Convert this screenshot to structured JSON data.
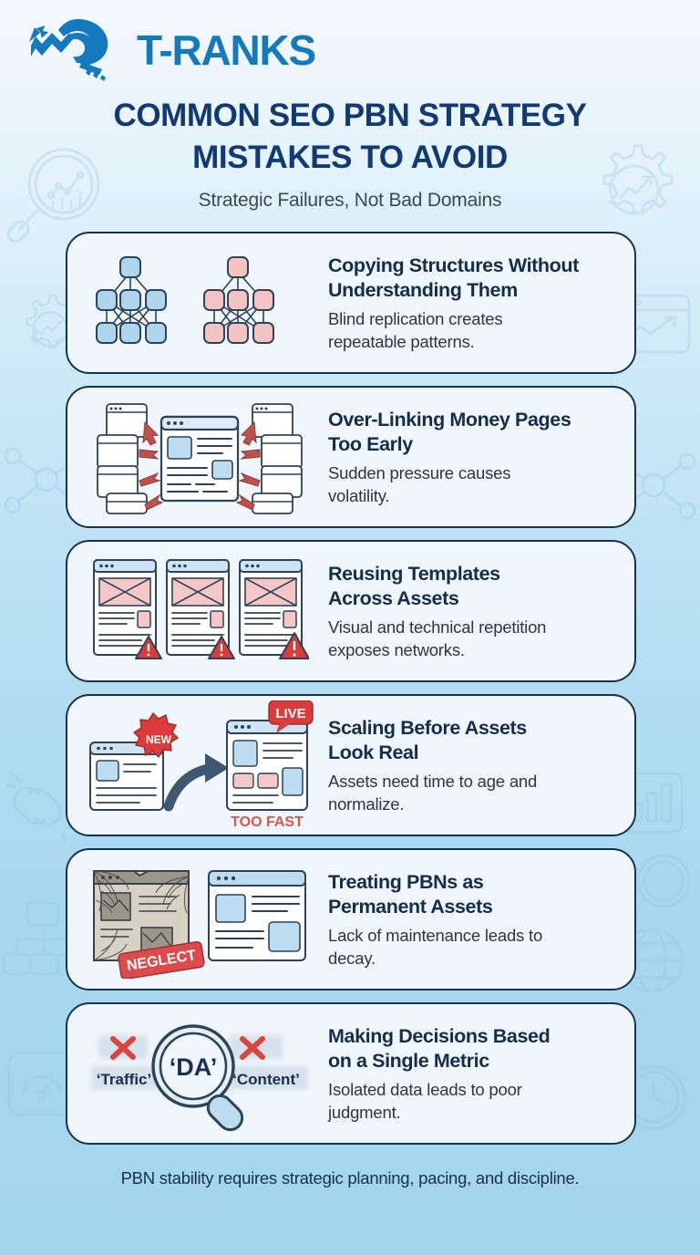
{
  "brand": {
    "logo_icon": "trex-head-trendline-icon",
    "name": "T-RANKS",
    "color": "#1579BE"
  },
  "header": {
    "title_line1": "COMMON SEO PBN STRATEGY",
    "title_line2": "MISTAKES TO AVOID",
    "subtitle": "Strategic Failures, Not Bad Domains",
    "title_color": "#123A72"
  },
  "cards": [
    {
      "icon": "duplicate-network-graph-icon",
      "title_line1": "Copying Structures Without",
      "title_line2": "Understanding Them",
      "desc_line1": "Blind replication creates",
      "desc_line2": "repeatable patterns."
    },
    {
      "icon": "inbound-links-to-money-page-icon",
      "title_line1": "Over-Linking Money Pages",
      "title_line2": "Too Early",
      "desc_line1": "Sudden pressure causes",
      "desc_line2": "volatility."
    },
    {
      "icon": "identical-templates-warning-icon",
      "title_line1": "Reusing Templates",
      "title_line2": "Across Assets",
      "desc_line1": "Visual and technical repetition",
      "desc_line2": "exposes networks."
    },
    {
      "icon": "rapid-scaling-arrow-icon",
      "title_line1": "Scaling Before Assets",
      "title_line2": "Look Real",
      "desc_line1": "Assets need time to age and",
      "desc_line2": "normalize.",
      "badge_new": "NEW",
      "badge_live": "LIVE",
      "caption": "TOO FAST"
    },
    {
      "icon": "decayed-website-cobweb-icon",
      "title_line1": "Treating PBNs as",
      "title_line2": "Permanent Assets",
      "desc_line1": "Lack of maintenance leads to",
      "desc_line2": "decay.",
      "badge_neglect": "NEGLECT"
    },
    {
      "icon": "magnifier-single-metric-icon",
      "title_line1": "Making Decisions Based",
      "title_line2": "on a Single Metric",
      "desc_line1": "Isolated data leads to poor",
      "desc_line2": "judgment.",
      "metric_label": "‘DA’",
      "crossed_left": "‘Traffic’",
      "crossed_right": "‘Content’"
    }
  ],
  "footer": {
    "text": "PBN stability requires strategic planning, pacing, and discipline."
  },
  "palette": {
    "background_top": "#F4F8FC",
    "background_bottom": "#A2D5EE",
    "card_fill": "#EFF6FC",
    "card_border": "#19304F",
    "accent_red": "#E04A4A",
    "accent_blue": "#1579BE",
    "ink": "#152C4C"
  }
}
